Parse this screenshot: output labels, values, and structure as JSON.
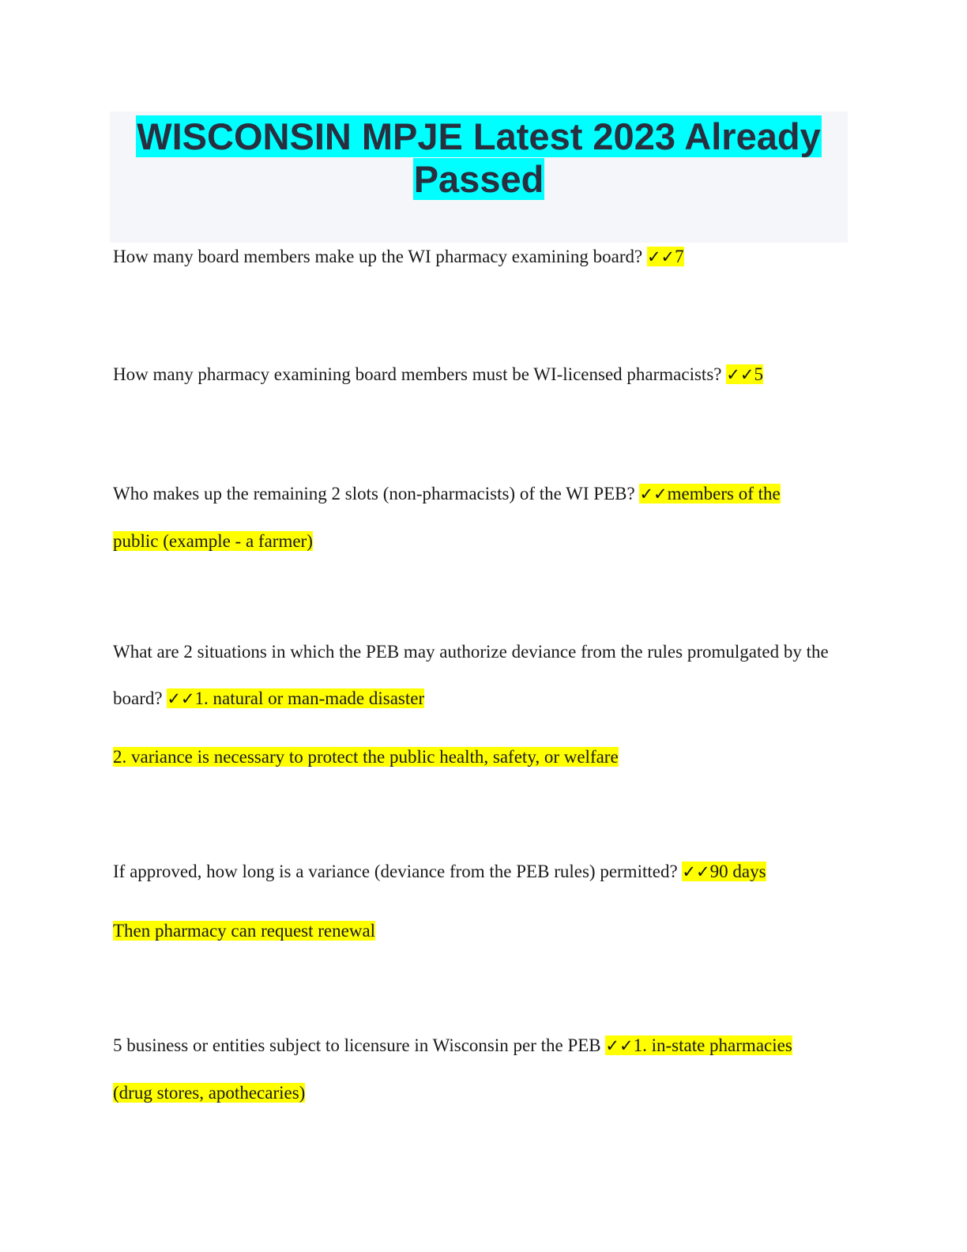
{
  "document": {
    "title_line1": "WISCONSIN MPJE Latest 2023 Already",
    "title_line2": "Passed",
    "check_mark": "✓✓",
    "qa": [
      {
        "question": "How many board members make up the WI pharmacy examining board?",
        "answer": "7"
      },
      {
        "question": "How many pharmacy examining board members must be WI-licensed pharmacists?",
        "answer": "5"
      },
      {
        "question": "Who makes up the remaining 2 slots (non-pharmacists) of the WI PEB?",
        "answer": "members of the public (example - a farmer)"
      },
      {
        "question": "What are 2 situations in which the PEB may authorize deviance from the rules promulgated by the board?",
        "answer": "1. natural or man-made disaster",
        "answer_extra": "2. variance is necessary to protect the public health, safety, or welfare"
      },
      {
        "question": "If approved, how long is a variance (deviance from the PEB rules) permitted?",
        "answer": "90 days",
        "answer_extra": "Then pharmacy can request renewal"
      },
      {
        "question": "5 business or entities subject to licensure in Wisconsin per the PEB",
        "answer": "1. in-state pharmacies (drug stores, apothecaries)"
      }
    ]
  }
}
